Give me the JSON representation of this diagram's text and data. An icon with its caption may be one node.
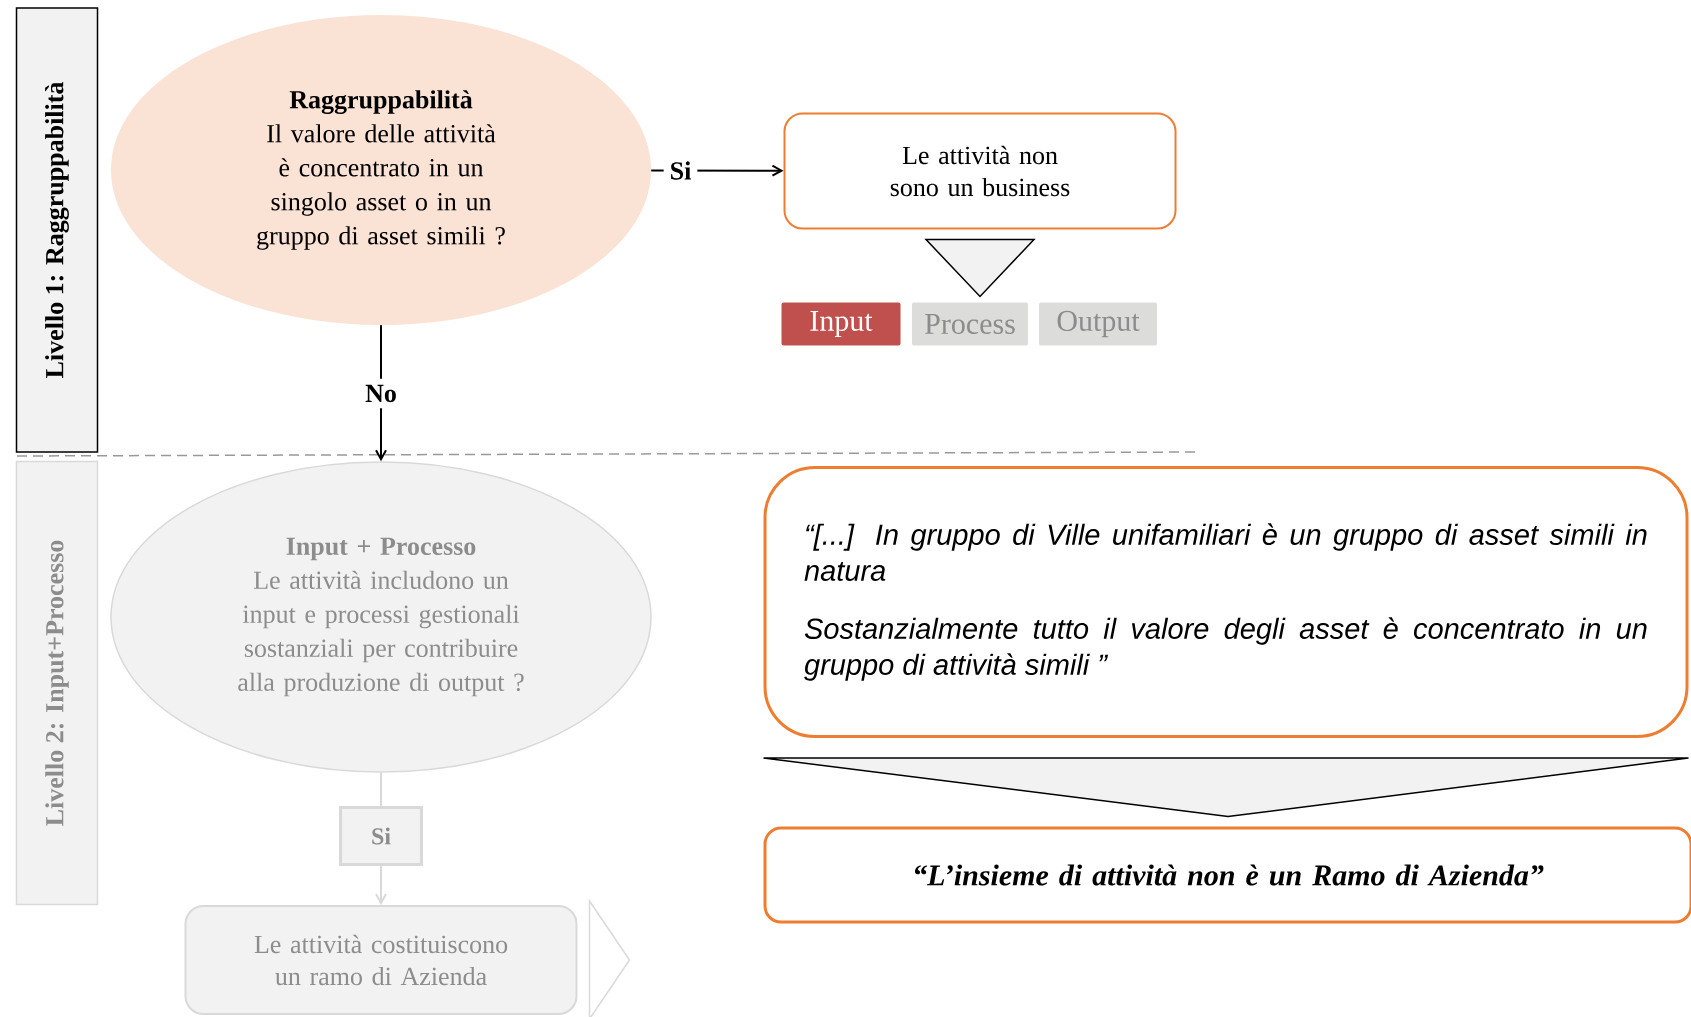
{
  "diagram": {
    "nodes": [
      {
        "text": [
          "Livello 1: Raggruppabilità"
        ]
      },
      {
        "text": [
          "Raggruppabilità",
          "Il valore delle attività è concentrato in un singolo asset o in un gruppo di asset simili ?"
        ]
      },
      {
        "text": [
          "Le attività non sono un business"
        ]
      },
      {
        "text": [
          "Input"
        ]
      },
      {
        "text": [
          "Process"
        ]
      },
      {
        "text": [
          "Output"
        ]
      },
      {
        "text": [
          "Livello 2: Input+Processo"
        ]
      },
      {
        "text": [
          "Input + Processo",
          "Le attività includono un input e processi gestionali sostanziali per contribuire alla produzione di output ?"
        ]
      },
      {
        "text": [
          "Si"
        ]
      },
      {
        "text": [
          "Le attività costituiscono un ramo di Azienda"
        ]
      },
      {
        "text": [
          "“[...] In gruppo di Ville unifamiliari è un gruppo di asset simili in natura",
          "Sostanzialmente tutto il valore degli asset è concentrato in un gruppo di attività simili ”"
        ]
      },
      {
        "text": [
          "“L’insieme di attività non è un  Ramo di Azienda”"
        ]
      }
    ],
    "edges": [
      {
        "from": 1,
        "to": 2,
        "arrow": "to",
        "label": "Si"
      },
      {
        "from": 1,
        "to": 7,
        "arrow": "to",
        "label": "No"
      },
      {
        "from": 2,
        "to": 4,
        "arrow": "to"
      },
      {
        "from": 7,
        "to": 8,
        "arrow": "none",
        "color": "#d9d9d9"
      },
      {
        "from": 8,
        "to": 9,
        "arrow": "to",
        "color": "#d9d9d9"
      },
      {
        "from": 9,
        "to": null,
        "arrow": "to",
        "color": "#d9d9d9"
      },
      {
        "from": 10,
        "to": 11,
        "arrow": "to"
      }
    ]
  }
}
